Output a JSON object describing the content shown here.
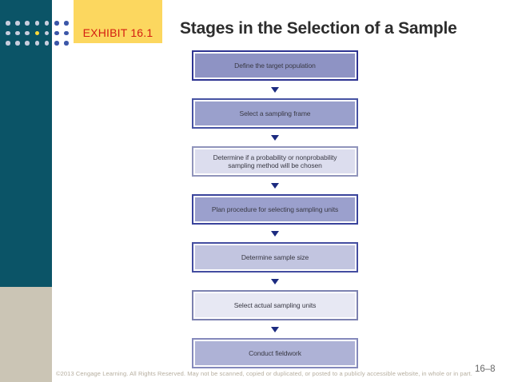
{
  "theme": {
    "teal": "#0b5467",
    "beige": "#cbc5b5",
    "yellow": "#fcd75f",
    "exhibit_red": "#d41e11",
    "title_color": "#2d2d2d",
    "arrow": "#1c2b80",
    "stage_text": "#3a3a45",
    "footer_text_color": "#b6ae9f",
    "page_number_color": "#676767"
  },
  "header": {
    "exhibit_label": "EXHIBIT 16.1",
    "title": "Stages in the Selection of a Sample"
  },
  "flowchart": {
    "arrow_icon": "triangle-down",
    "stages": [
      {
        "label": "Define the target population",
        "fill_color": "#8e93c4",
        "border_color": "#2e3492"
      },
      {
        "label": "Select a sampling frame",
        "fill_color": "#9aa0cc",
        "border_color": "#4753a3"
      },
      {
        "label": "Determine if a probability or nonprobability sampling method will be chosen",
        "fill_color": "#dcddee",
        "border_color": "#9094bb"
      },
      {
        "label": "Plan procedure for selecting sampling units",
        "fill_color": "#9ba0cd",
        "border_color": "#3a449c"
      },
      {
        "label": "Determine sample size",
        "fill_color": "#c2c5e0",
        "border_color": "#434da0"
      },
      {
        "label": "Select actual sampling units",
        "fill_color": "#e7e8f3",
        "border_color": "#7c81b0"
      },
      {
        "label": "Conduct fieldwork",
        "fill_color": "#aeb2d6",
        "border_color": "#8489bb"
      }
    ]
  },
  "decorations": {
    "dots": {
      "dot_light": "#c9cede",
      "dot_blue": "#3c57a8",
      "dot_yellow": "#ffd83a",
      "matrix": [
        [
          "#c9cede",
          "#c9cede",
          "#c9cede",
          "#c9cede",
          "#c9cede",
          "#3c57a8",
          "#3c57a8"
        ],
        [
          "#c9cede",
          "#c9cede",
          "#c9cede",
          "#ffd83a",
          "#c9cede",
          "#3c57a8",
          "#3c57a8"
        ],
        [
          "#c9cede",
          "#c9cede",
          "#c9cede",
          "#c9cede",
          "#c9cede",
          "#3c57a8",
          "#3c57a8"
        ]
      ]
    }
  },
  "footer": {
    "copyright": "©2013 Cengage Learning. All Rights Reserved. May not be scanned, copied or duplicated, or posted to a publicly accessible website, in whole or in part.",
    "page_number": "16–8"
  }
}
